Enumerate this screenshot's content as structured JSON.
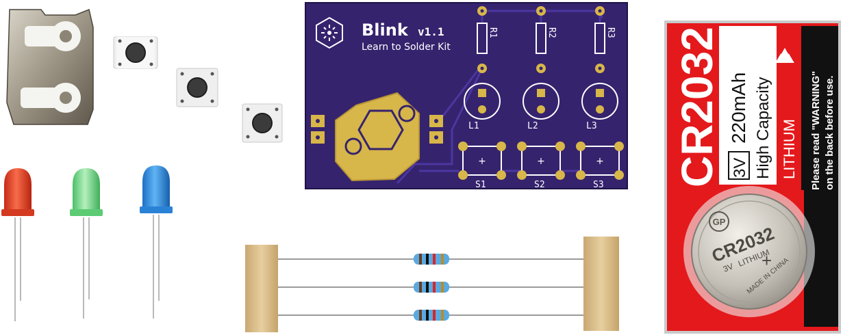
{
  "pcb": {
    "title": "Blink",
    "version": "v1.1",
    "subtitle": "Learn to Solder Kit",
    "resistor_labels": [
      "R1",
      "R2",
      "R3"
    ],
    "led_labels": [
      "L1",
      "L2",
      "L3"
    ],
    "switch_labels": [
      "S1",
      "S2",
      "S3"
    ],
    "switch_symbol": "+",
    "colors": {
      "board": "#35236e",
      "copper": "#d7b64a",
      "silkscreen": "#ffffff"
    }
  },
  "battery_package": {
    "model": "CR2032",
    "voltage": "3V",
    "capacity": "220mAh",
    "capacity_note": "High Capacity",
    "chemistry": "LITHIUM",
    "warning_line1": "Please read \"WARNING\"",
    "warning_line2": "on the back before use.",
    "colors": {
      "red": "#e4191c",
      "black": "#111111",
      "white": "#ffffff"
    }
  },
  "coin_cell": {
    "model": "CR2032",
    "voltage": "3V",
    "chemistry": "LITHIUM",
    "polarity": "+",
    "origin": "MADE IN CHINA",
    "logo": "GP"
  },
  "leds": [
    {
      "color_name": "red",
      "color": "#e8442a"
    },
    {
      "color_name": "green",
      "color": "#7ddc8e"
    },
    {
      "color_name": "blue",
      "color": "#2f8fe0"
    }
  ],
  "icons": [
    "recycle-icon",
    "blink-logo-icon",
    "coin-holder-icon",
    "tactile-switch-icon"
  ]
}
